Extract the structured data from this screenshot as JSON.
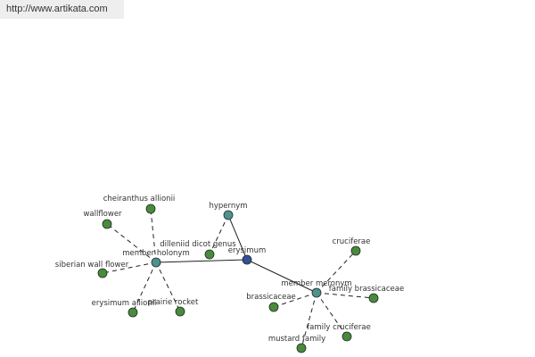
{
  "site": {
    "url_text": "http://www.artikata.com"
  },
  "colors": {
    "center_node": "#334f9a",
    "relation_node": "#4f9191",
    "leaf_node": "#4a8a3e",
    "edge": "#222222"
  },
  "graph": {
    "center": {
      "id": "erysimum",
      "label": "erysimum"
    },
    "relations": [
      {
        "id": "hypernym",
        "label": "hypernym"
      },
      {
        "id": "member-holonym",
        "label": "member holonym"
      },
      {
        "id": "member-meronym",
        "label": "member meronym"
      }
    ],
    "leaves": [
      {
        "id": "dilleniid-dicot-genus",
        "label": "dilleniid dicot genus",
        "relation": "hypernym"
      },
      {
        "id": "cheiranthus-allionii",
        "label": "cheiranthus allionii",
        "relation": "member-holonym"
      },
      {
        "id": "wallflower",
        "label": "wallflower",
        "relation": "member-holonym"
      },
      {
        "id": "siberian-wall-flower",
        "label": "siberian wall flower",
        "relation": "member-holonym"
      },
      {
        "id": "erysimum-allionii",
        "label": "erysimum allionii",
        "relation": "member-holonym"
      },
      {
        "id": "prairie-rocket",
        "label": "prairie rocket",
        "relation": "member-holonym"
      },
      {
        "id": "cruciferae",
        "label": "cruciferae",
        "relation": "member-meronym"
      },
      {
        "id": "family-brassicaceae",
        "label": "family brassicaceae",
        "relation": "member-meronym"
      },
      {
        "id": "brassicaceae",
        "label": "brassicaceae",
        "relation": "member-meronym"
      },
      {
        "id": "mustard-family",
        "label": "mustard family",
        "relation": "member-meronym"
      },
      {
        "id": "family-cruciferae",
        "label": "family cruciferae",
        "relation": "member-meronym"
      }
    ]
  }
}
